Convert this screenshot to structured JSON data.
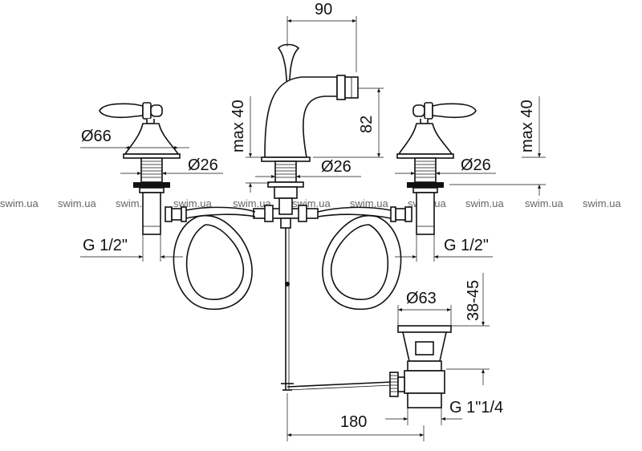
{
  "watermarks": [
    "swim.ua",
    "swim.ua",
    "swim.ua",
    "swim.ua",
    "swim.ua",
    "swim.ua",
    "swim.ua",
    "swim.ua",
    "swim.ua",
    "swim.ua",
    "swim.ua"
  ],
  "dimensions": {
    "top_width": "90",
    "left_handle_diameter": "Ø66",
    "left_escutcheon_diameter": "Ø26",
    "spout_base_diameter": "Ø26",
    "right_escutcheon_diameter": "Ø26",
    "left_max_deck": "max 40",
    "right_max_deck": "max 40",
    "spout_height": "82",
    "left_thread": "G 1/2\"",
    "right_thread": "G 1/2\"",
    "waste_diameter": "Ø63",
    "waste_height_range": "38-45",
    "waste_thread": "G 1\"1/4",
    "bottom_width": "180"
  },
  "colors": {
    "line": "#111111",
    "watermark": "#666666",
    "background": "#ffffff"
  }
}
